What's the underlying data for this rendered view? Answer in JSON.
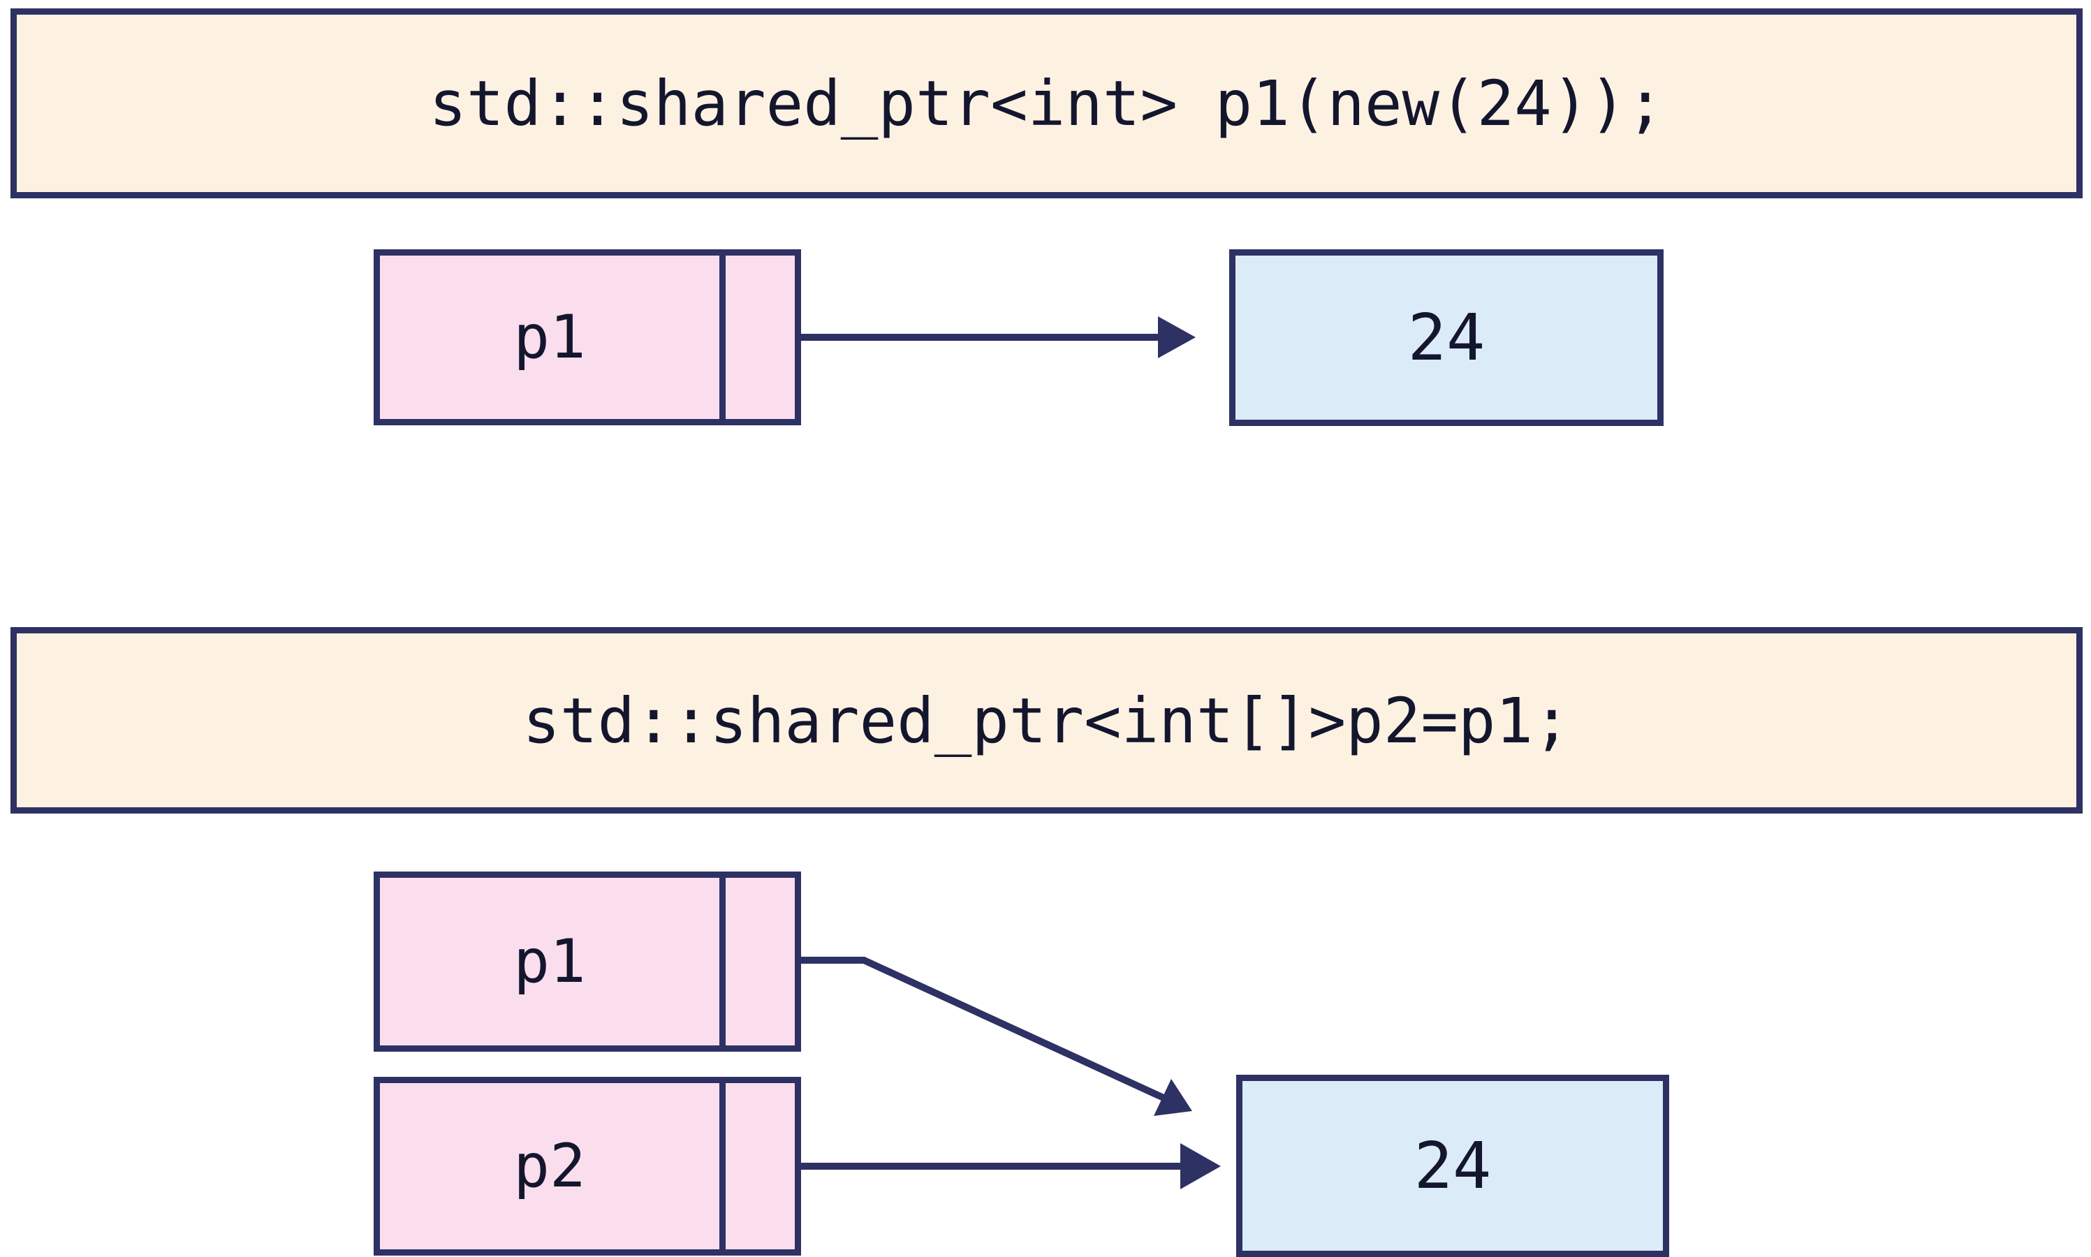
{
  "colors": {
    "background": "#ffffff",
    "banner_fill": "#fdf2e2",
    "pointer_fill": "#fbdeee",
    "value_fill": "#dcebf8",
    "border": "#2e3163",
    "text": "#14162e",
    "arrow": "#2e3163"
  },
  "sections": [
    {
      "code": "std::shared_ptr<int> p1(new(24));",
      "pointers": [
        {
          "label": "p1"
        }
      ],
      "value": "24"
    },
    {
      "code": "std::shared_ptr<int[]>p2=p1;",
      "pointers": [
        {
          "label": "p1"
        },
        {
          "label": "p2"
        }
      ],
      "value": "24"
    }
  ]
}
